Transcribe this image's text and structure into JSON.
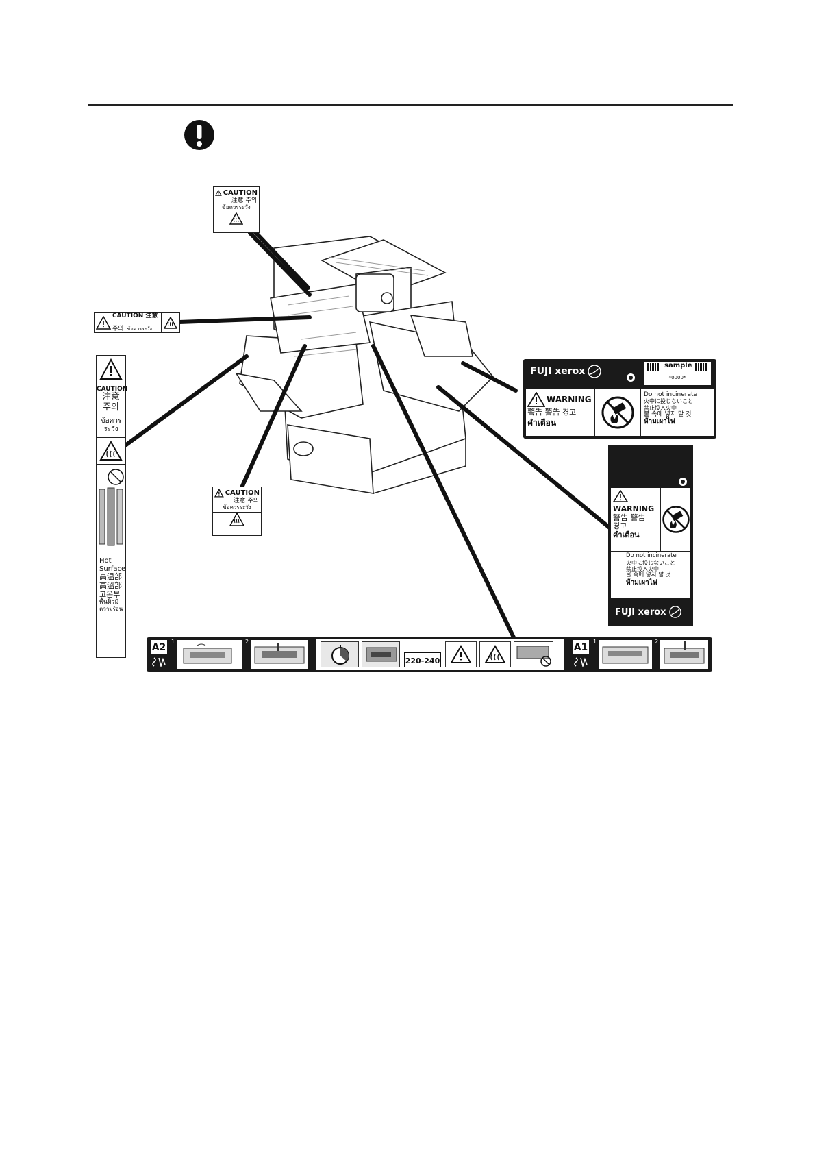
{
  "important_icon": "exclamation-circle-icon",
  "caution_top": {
    "en": "CAUTION",
    "cjk": "注意 주의",
    "thai": "ข้อควรระวัง",
    "icon": "hot-surface-icon"
  },
  "caution_left": {
    "en": "CAUTION 注意",
    "ko": "주의",
    "thai": "ข้อควรระวัง",
    "icon": "hot-surface-icon"
  },
  "caution_mid": {
    "en": "CAUTION",
    "cjk": "注意 주의",
    "thai": "ข้อควรระวัง",
    "icon": "hot-surface-icon"
  },
  "vertical_label": {
    "en": "CAUTION",
    "zh": "注意",
    "ko": "주의",
    "thai1": "ข้อควร",
    "thai2": "ระวัง",
    "hot_en1": "Hot",
    "hot_en2": "Surface",
    "hot_zh1": "高温部",
    "hot_zh2": "高溫部",
    "hot_ko": "고온부",
    "hot_th1": "พื้นผิวมี",
    "hot_th2": "ความร้อน"
  },
  "warning_h": {
    "brand": "FUJI xerox",
    "sample": "sample",
    "code": "*0000*",
    "title": "WARNING",
    "cjk": "警告 警告 경고",
    "thai": "คำเตือน",
    "line1": "Do not incinerate",
    "line2": "火中に投じないこと",
    "line3": "禁止投入火中",
    "line4": "불 속에 넣지 말 것",
    "line5": "ห้ามเผาไฟ"
  },
  "warning_v": {
    "title": "WARNING",
    "cjk1": "警告 警告",
    "cjk2": "경고",
    "thai": "คำเตือน",
    "line1": "Do not incinerate",
    "line2": "火中に投じないこと",
    "line3": "禁止投入火中",
    "line4": "불 속에 넣지 말 것",
    "line5": "ห้ามเผาไฟ",
    "brand": "FUJI xerox"
  },
  "bottom_strip": {
    "a2": "A2",
    "a1": "A1",
    "step1": "1",
    "step2": "2",
    "voltage": "220-240"
  }
}
